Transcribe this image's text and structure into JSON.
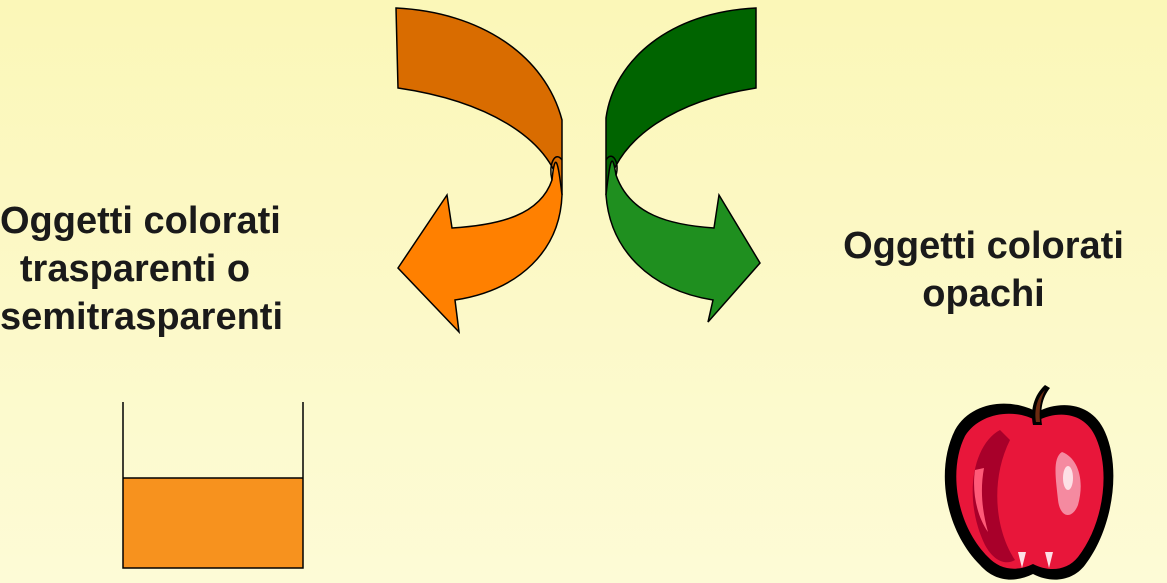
{
  "labels": {
    "left": {
      "line1": "Oggetti colorati",
      "line2": "trasparenti o",
      "line3": "semitrasparenti"
    },
    "right": {
      "line1": "Oggetti colorati",
      "line2": "opachi"
    }
  },
  "icons": {
    "left_arrow": "curved-arrow-icon",
    "right_arrow": "curved-arrow-icon",
    "container": "beaker-icon",
    "apple": "apple-icon"
  },
  "colors": {
    "background": "#fcf9c9",
    "orange_arrow_top": "#d96c00",
    "orange_arrow_bottom": "#ff8000",
    "green_arrow_top": "#006400",
    "green_arrow_bottom": "#1f8f1f",
    "liquid": "#f7921e",
    "apple_red": "#e8163a"
  }
}
